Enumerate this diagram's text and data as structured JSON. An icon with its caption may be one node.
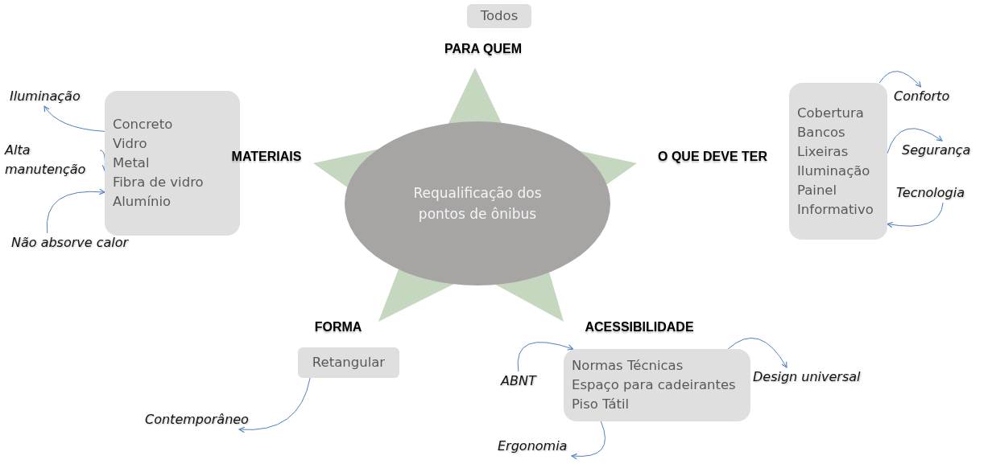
{
  "diagram": {
    "nodes": [
      {
        "text": [
          "Todos"
        ]
      },
      {
        "text": [
          "Requalificação dos pontos de ônibus"
        ]
      },
      {
        "text": [
          "Concreto",
          "Vidro",
          "Metal",
          "Fibra de vidro",
          "Alumínio"
        ]
      },
      {
        "text": [
          "Iluminação"
        ]
      },
      {
        "text": [
          "Alta manutenção"
        ]
      },
      {
        "text": [
          "Não absorve calor"
        ]
      },
      {
        "text": [
          "Cobertura",
          "Bancos",
          "Lixeiras",
          "Iluminação",
          "Painel Informativo"
        ]
      },
      {
        "text": [
          "Conforto"
        ]
      },
      {
        "text": [
          "Segurança"
        ]
      },
      {
        "text": [
          "Tecnologia"
        ]
      },
      {
        "text": [
          "Retangular"
        ]
      },
      {
        "text": [
          "Contemporâneo"
        ]
      },
      {
        "text": [
          "Normas Técnicas",
          "Espaço para cadeirantes",
          "Piso Tátil"
        ]
      },
      {
        "text": [
          "ABNT"
        ]
      },
      {
        "text": [
          "Design universal"
        ]
      },
      {
        "text": [
          "Ergonomia"
        ]
      }
    ],
    "edges": [
      {
        "from": 2,
        "to": 3,
        "arrow": "to"
      },
      {
        "from": 4,
        "to": 2,
        "arrow": "to"
      },
      {
        "from": 5,
        "to": 2,
        "arrow": "to"
      },
      {
        "from": 6,
        "to": 7,
        "arrow": "to"
      },
      {
        "from": 6,
        "to": 8,
        "arrow": "to"
      },
      {
        "from": 9,
        "to": 6,
        "arrow": "to"
      },
      {
        "from": 10,
        "to": 11,
        "arrow": "to"
      },
      {
        "from": 13,
        "to": 12,
        "arrow": "to"
      },
      {
        "from": 12,
        "to": 14,
        "arrow": "to"
      },
      {
        "from": 12,
        "to": 15,
        "arrow": "to"
      }
    ],
    "labels": [
      "PARA QUEM",
      "MATERIAIS",
      "O QUE DEVE TER",
      "FORMA",
      "ACESSIBILIDADE"
    ]
  }
}
